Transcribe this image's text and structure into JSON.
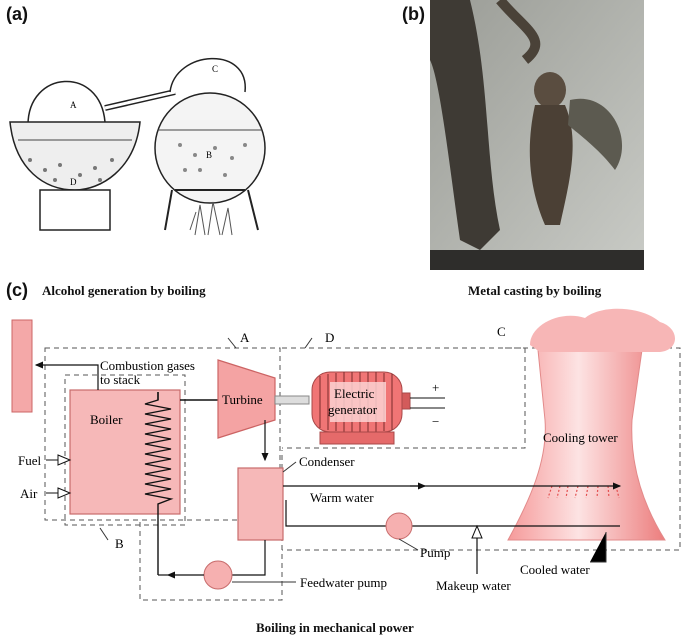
{
  "panels": {
    "a": {
      "letter": "(a)",
      "caption": "Alcohol generation by boiling",
      "labels": {
        "left_flask": "A",
        "right_flask": "C",
        "bath": "D",
        "inner": "B"
      }
    },
    "b": {
      "letter": "(b)",
      "caption": "Metal casting by boiling"
    },
    "c": {
      "letter": "(c)",
      "caption": "Boiling in mechanical power",
      "labels": {
        "combustion": "Combustion gases",
        "to_stack": "to stack",
        "boiler": "Boiler",
        "turbine": "Turbine",
        "generator_line1": "Electric",
        "generator_line2": "generator",
        "plus": "+",
        "minus": "−",
        "cooling_tower": "Cooling tower",
        "fuel": "Fuel",
        "air": "Air",
        "condenser": "Condenser",
        "warm_water": "Warm water",
        "pump": "Pump",
        "makeup_water": "Makeup water",
        "cooled_water": "Cooled water",
        "feedwater_pump": "Feedwater pump",
        "region_a": "A",
        "region_b": "B",
        "region_c": "C",
        "region_d": "D"
      }
    }
  },
  "colors": {
    "equipment_fill": "#f6b8b8",
    "equipment_stroke": "#d46a6a",
    "tower": "#f7a9a9",
    "dashed": "#555555"
  }
}
